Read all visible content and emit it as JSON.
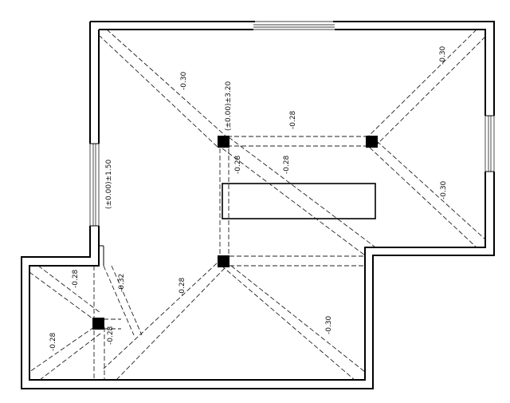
{
  "labels": {
    "lbl1": "-0.30",
    "lbl2": "(±0.00)±3.20",
    "lbl3": "-0.28",
    "lbl4": "-0.30",
    "lbl5": "-0.28",
    "lbl6": "-0.28",
    "lbl7": "-0.30",
    "lbl8": "(±0.00)±1.50",
    "lbl9": "-0.28",
    "lbl10": "-0.32",
    "lbl11": "-0.28",
    "lbl12": "-0.30",
    "lbl13": "-0.28",
    "lbl14": "-0.28"
  }
}
